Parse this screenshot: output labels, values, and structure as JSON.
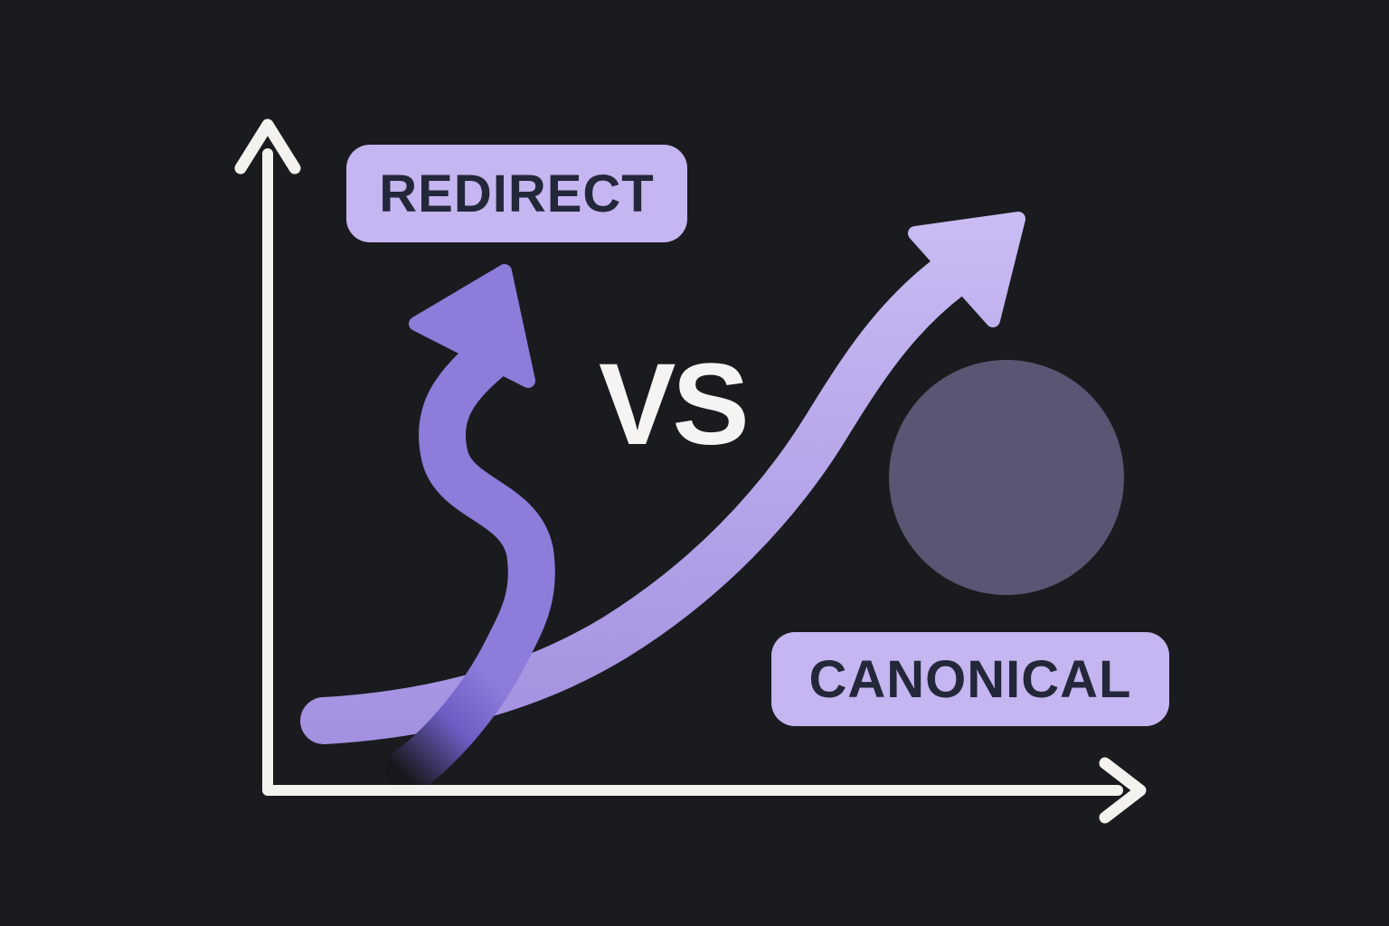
{
  "illustration": {
    "redirect_label": "REDIRECT",
    "versus_label": "VS",
    "canonical_label": "CANONICAL"
  },
  "colors": {
    "background": "#191b1f",
    "axis": "#f3f2ef",
    "badge_bg": "#c5b5f0",
    "badge_text": "#23273a",
    "vs_text": "#f5f4f2",
    "redirect_arrow": "#8d7cda",
    "redirect_arrow_mid": "#6c5cc2",
    "redirect_arrow_fade": "#17181c",
    "canonical_arrow_light": "#cabcf3",
    "canonical_arrow_dark": "#a390e0",
    "circle": "#595572"
  },
  "icons": {
    "y_axis": "up-axis-arrow-icon",
    "x_axis": "right-axis-arrow-icon",
    "redirect_arrow": "wavy-up-arrow-icon",
    "canonical_arrow": "growth-curve-arrow-icon",
    "circle": "circle-shape"
  }
}
